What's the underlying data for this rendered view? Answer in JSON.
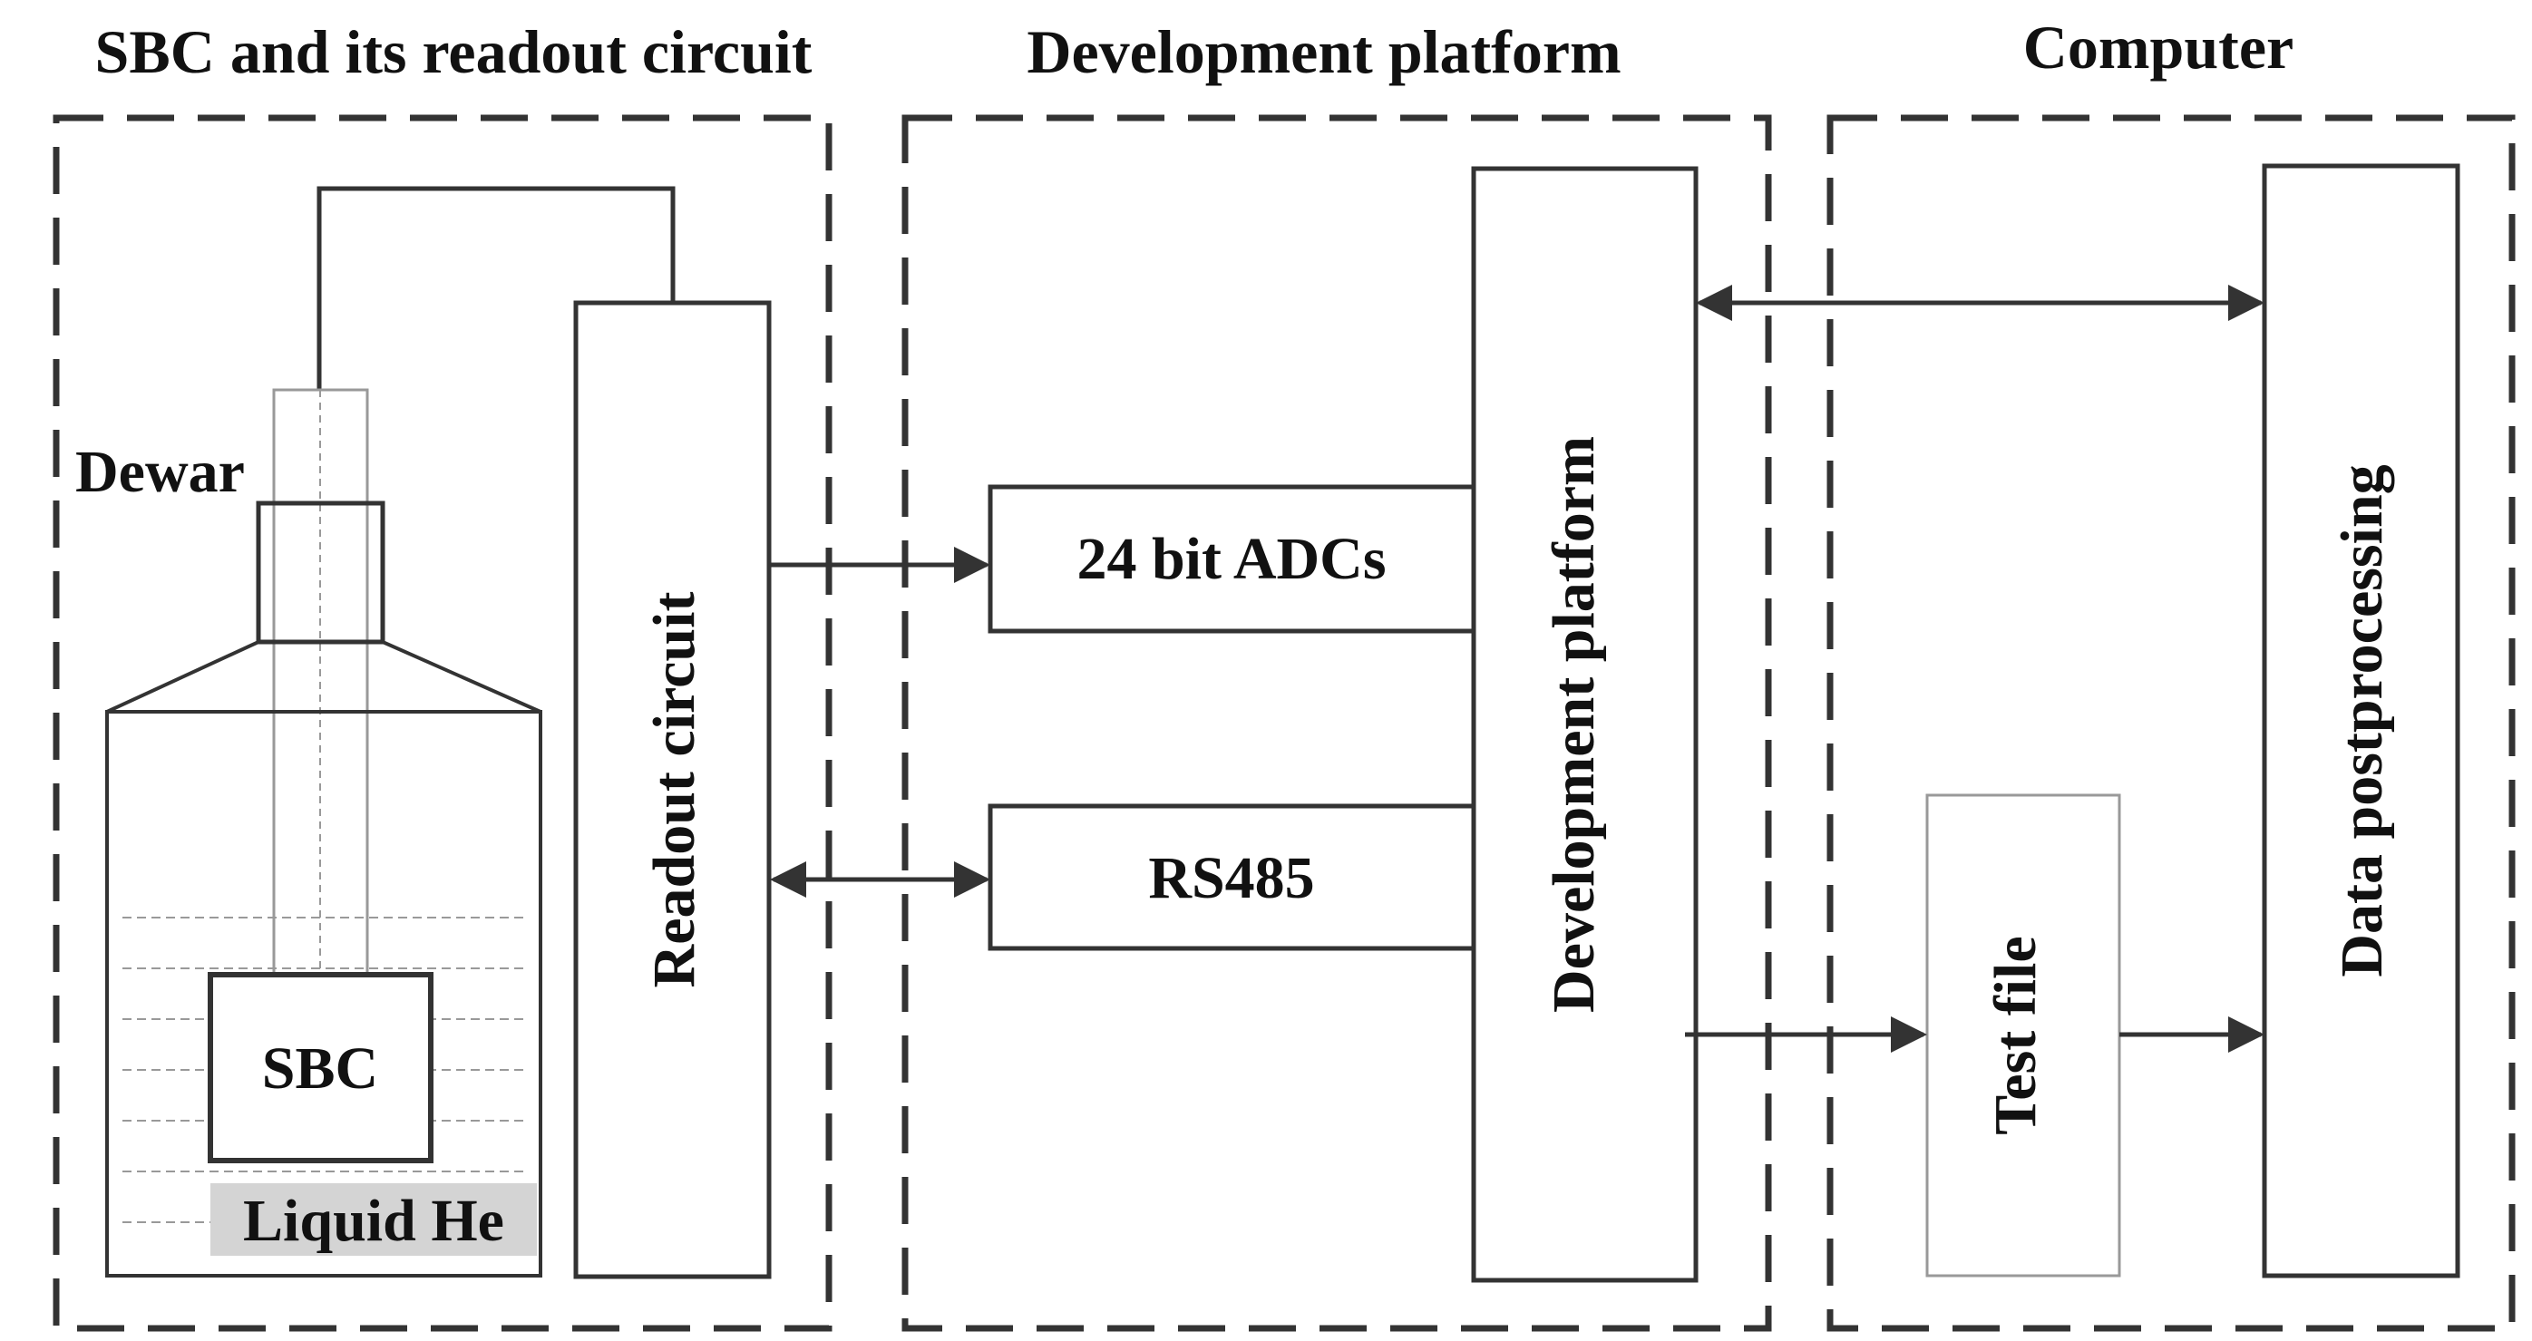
{
  "sections": {
    "sbc": {
      "title": "SBC and its readout circuit"
    },
    "platform": {
      "title": "Development platform"
    },
    "computer": {
      "title": "Computer"
    }
  },
  "blocks": {
    "dewar": "Dewar",
    "sbc": "SBC",
    "liquid_he": "Liquid He",
    "readout": "Readout circuit",
    "adc": "24 bit ADCs",
    "rs485": "RS485",
    "dev_platform": "Development platform",
    "test_file": "Test file",
    "postprocessing": "Data postprocessing"
  },
  "colors": {
    "line": "#333333",
    "dashed_border": "#333333",
    "thin_line": "#999999",
    "liquid_he_bg": "#d4d4d4"
  }
}
